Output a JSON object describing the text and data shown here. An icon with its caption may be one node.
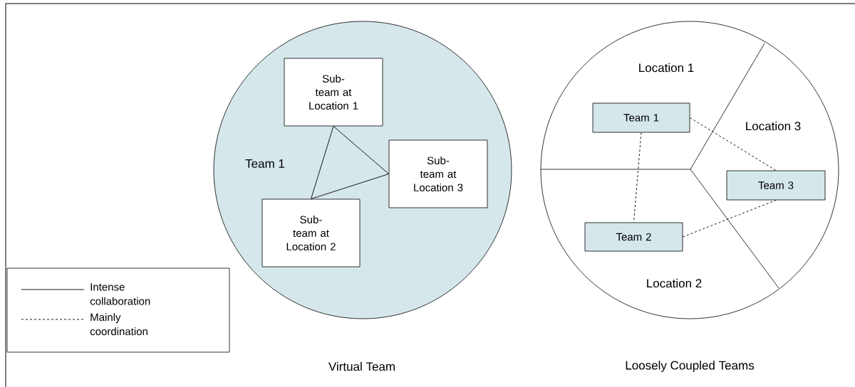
{
  "diagram": {
    "nodes": [
      {
        "text": [
          "Team 1"
        ],
        "beside": [
          "Virtual Team"
        ]
      },
      {
        "text": [
          "Sub-team at Location 1"
        ],
        "in": 0
      },
      {
        "text": [
          "Sub-team at Location 3"
        ],
        "in": 0
      },
      {
        "text": [
          "Sub-team at Location 2"
        ],
        "in": 0
      },
      {
        "text": [],
        "shape": "circle",
        "beside": [
          "Loosely Coupled Teams"
        ]
      },
      {
        "text": [
          "Team 1"
        ],
        "in": 4
      },
      {
        "text": [
          "Team 3"
        ],
        "in": 4
      },
      {
        "text": [
          "Team 2"
        ],
        "in": 4
      }
    ],
    "edges": [
      {
        "from": 1,
        "to": 3,
        "arrow": "none"
      },
      {
        "from": 1,
        "to": 2,
        "arrow": "none"
      },
      {
        "from": 3,
        "to": 2,
        "arrow": "none"
      },
      {
        "from": 5,
        "to": 7,
        "arrow": "none",
        "style": "dashed"
      },
      {
        "from": 5,
        "to": 6,
        "arrow": "none",
        "style": "dashed"
      },
      {
        "from": 7,
        "to": 6,
        "arrow": "none",
        "style": "dashed"
      }
    ],
    "labels": [
      "Location 1",
      "Location 3",
      "Location 2"
    ],
    "legend": [
      {
        "text": "Intense collaboration"
      },
      {
        "text": "Mainly coordination"
      }
    ]
  }
}
